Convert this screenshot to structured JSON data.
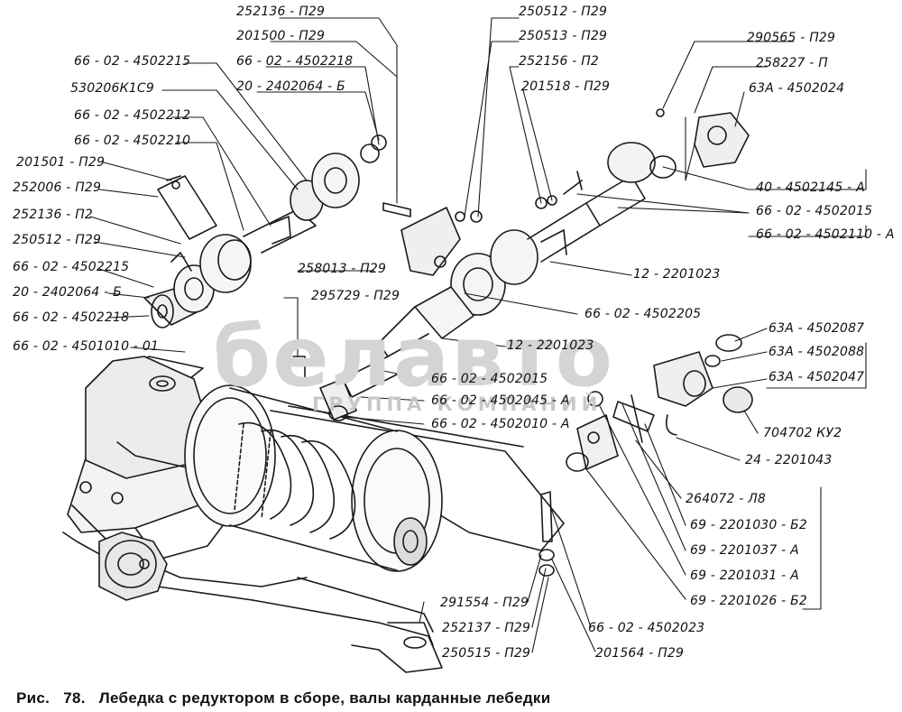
{
  "labels": {
    "l01": "252136 - П29",
    "l02": "201500 - П29",
    "l03": "66 - 02 - 4502218",
    "l04": "20 - 2402064 - Б",
    "l05": "66 - 02 - 4502215",
    "l06": "530206К1С9",
    "l07": "66 - 02 - 4502212",
    "l08": "66 - 02 - 4502210",
    "l09": "201501 - П29",
    "l10": "252006 - П29",
    "l11": "252136 - П2",
    "l12": "250512 - П29",
    "l13": "66 - 02 - 4502215",
    "l14": "20 - 2402064 - Б",
    "l15": "66 - 02 - 4502218",
    "l16": "66 - 02 - 4501010 - 01",
    "l17": "250512 - П29",
    "l18": "250513 - П29",
    "l19": "252156 - П2",
    "l20": "201518 - П29",
    "l21": "290565 - П29",
    "l22": "258227 - П",
    "l23": "63А - 4502024",
    "l24": "40 - 4502145 - А",
    "l25": "66 - 02 - 4502015",
    "l26": "66 - 02 - 4502110 - А",
    "l27": "12 - 2201023",
    "l28": "258013 - П29",
    "l29": "295729 - П29",
    "l30": "66 - 02 - 4502205",
    "l31": "12 - 2201023",
    "l32": "66 - 02 - 4502015",
    "l33": "66 - 02 - 4502045 - А",
    "l34": "66 - 02 - 4502010 - А",
    "l35": "63А - 4502087",
    "l36": "63А - 4502088",
    "l37": "63А - 4502047",
    "l38": "704702 КУ2",
    "l39": "24 - 2201043",
    "l40": "264072 - Л8",
    "l41": "69 - 2201030 - Б2",
    "l42": "69 - 2201037 - А",
    "l43": "69 - 2201031 - А",
    "l44": "69 - 2201026 - Б2",
    "l45": "291554 - П29",
    "l46": "252137 - П29",
    "l47": "250515 - П29",
    "l48": "66 - 02 - 4502023",
    "l49": "201564 - П29"
  },
  "caption": {
    "prefix": "Рис.",
    "number": "78.",
    "text": "Лебедка с редуктором в сборе, валы карданные лебедки"
  },
  "watermark": {
    "logo": "белавто",
    "text": "ГРУППА КОМПАНИЙ"
  }
}
